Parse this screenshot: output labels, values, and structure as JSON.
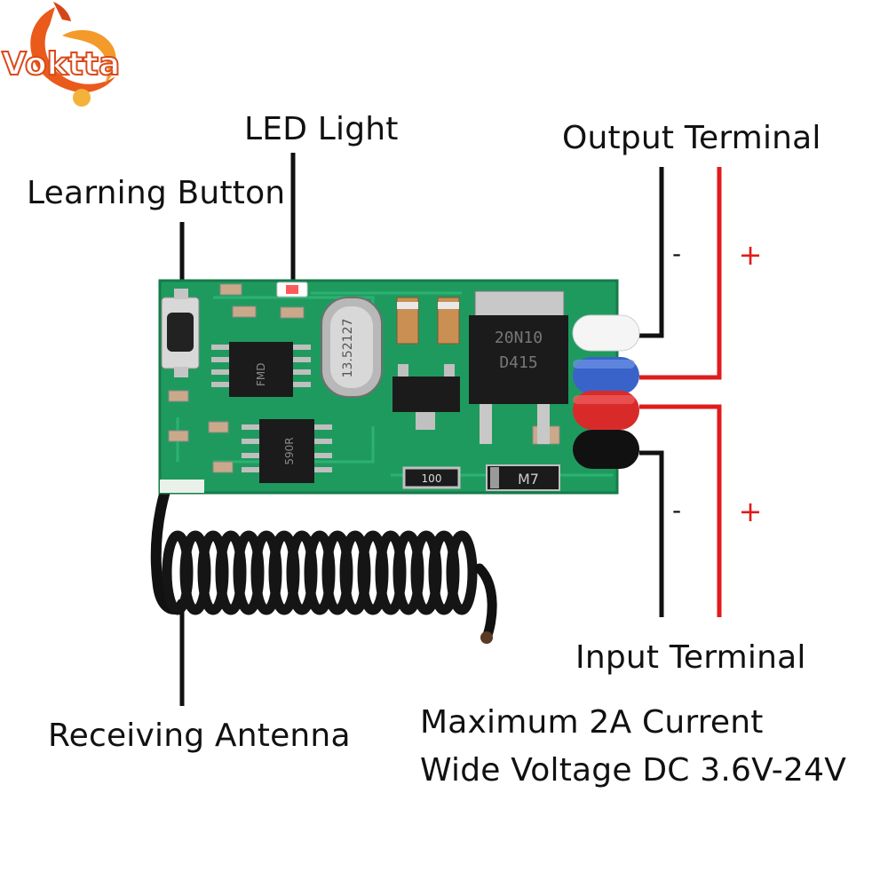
{
  "brand": {
    "logo_text": "Voktta"
  },
  "labels": {
    "led_light": "LED Light",
    "learning_button": "Learning Button",
    "output_terminal": "Output Terminal",
    "input_terminal": "Input Terminal",
    "receiving_antenna": "Receiving Antenna",
    "spec_current": "Maximum 2A Current",
    "spec_voltage": "Wide Voltage DC 3.6V-24V"
  },
  "polarity": {
    "minus": "-",
    "plus": "+"
  },
  "chip_markings": {
    "crystal": "13.52127",
    "mosfet_line1": "20N10",
    "mosfet_line2": "D415",
    "mcu": "FMD",
    "decoder": "590R",
    "resistor": "100",
    "diode": "M7"
  },
  "colors": {
    "pcb_green": "#1f9a5e",
    "accent_red": "#e01b1b",
    "line_black": "#111111"
  }
}
